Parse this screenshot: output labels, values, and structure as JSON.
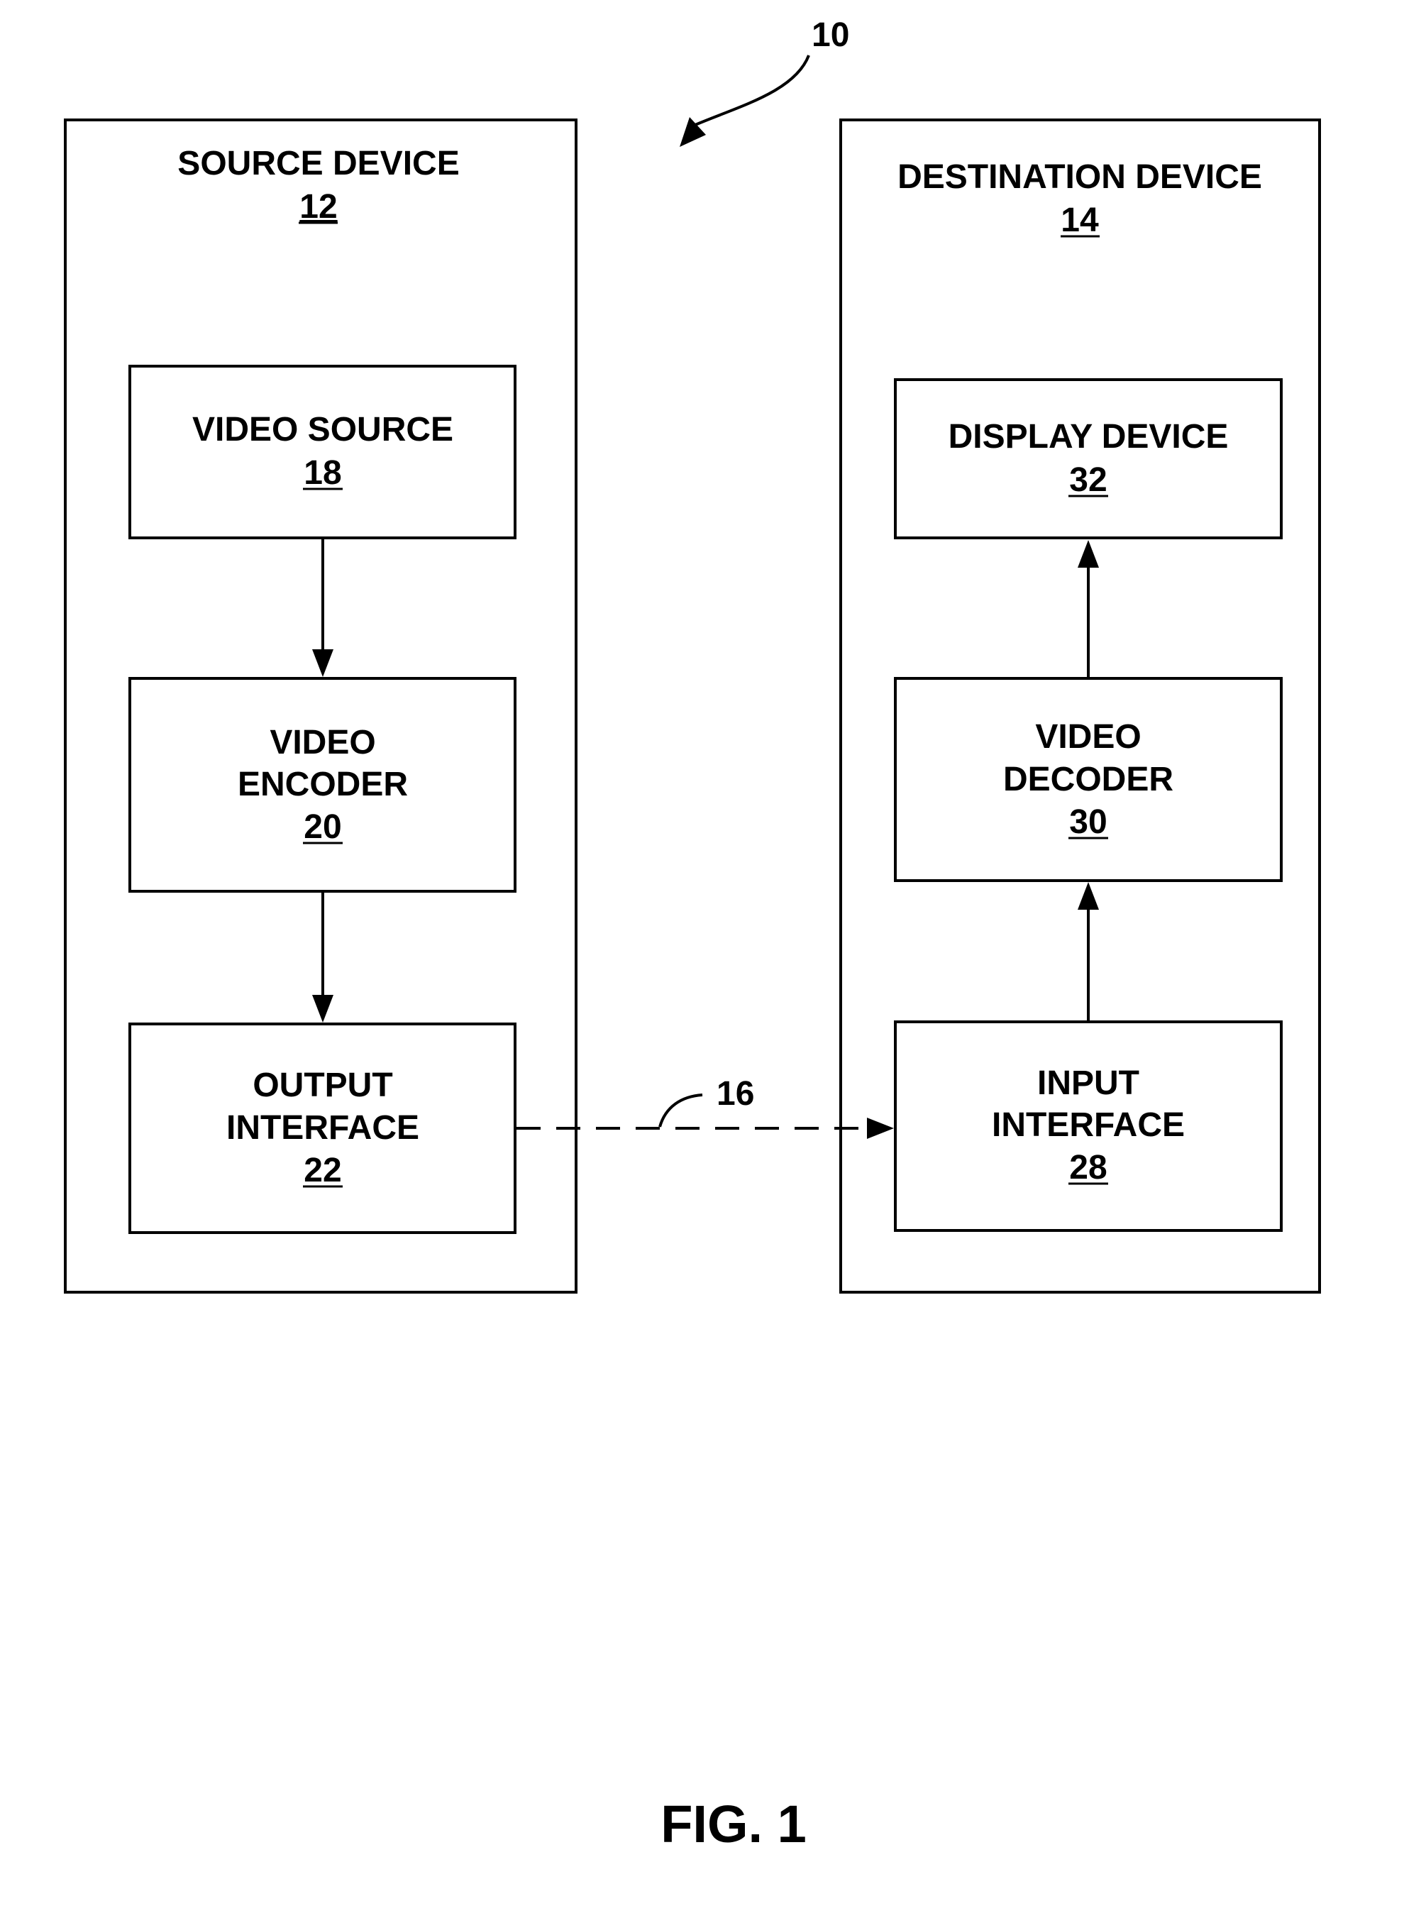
{
  "figure_ref": "10",
  "source_device": {
    "title": "SOURCE DEVICE",
    "ref": "12"
  },
  "destination_device": {
    "title": "DESTINATION DEVICE",
    "ref": "14"
  },
  "video_source": {
    "line1": "VIDEO SOURCE",
    "ref": "18"
  },
  "video_encoder": {
    "line1": "VIDEO",
    "line2": "ENCODER",
    "ref": "20"
  },
  "output_interface": {
    "line1": "OUTPUT",
    "line2": "INTERFACE",
    "ref": "22"
  },
  "display_device": {
    "line1": "DISPLAY DEVICE",
    "ref": "32"
  },
  "video_decoder": {
    "line1": "VIDEO",
    "line2": "DECODER",
    "ref": "30"
  },
  "input_interface": {
    "line1": "INPUT",
    "line2": "INTERFACE",
    "ref": "28"
  },
  "link_ref": "16",
  "caption": "FIG. 1"
}
